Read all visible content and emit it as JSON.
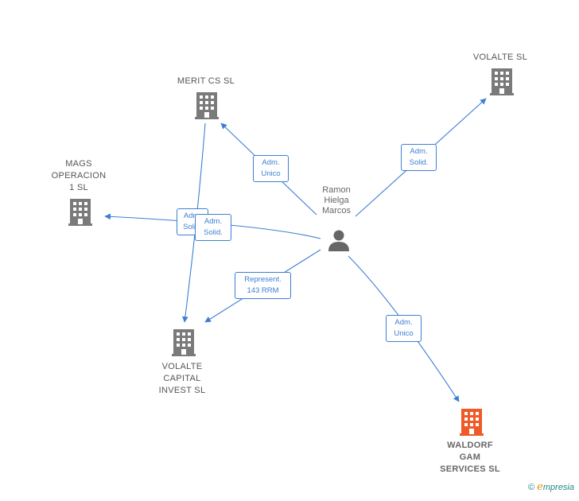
{
  "colors": {
    "edge": "#3d7fd4",
    "building": "#7a7a7a",
    "accent": "#f05a28",
    "person": "#666666"
  },
  "person": {
    "label": "Ramon\nHielga\nMarcos",
    "icon": "person-icon"
  },
  "companies": [
    {
      "id": "merit",
      "label": "MERIT CS  SL",
      "icon": "building-icon"
    },
    {
      "id": "volalte",
      "label": "VOLALTE  SL",
      "icon": "building-icon"
    },
    {
      "id": "mags",
      "label": "MAGS\nOPERACION\n1  SL",
      "icon": "building-icon"
    },
    {
      "id": "volalte_capital",
      "label": "VOLALTE\nCAPITAL\nINVEST  SL",
      "icon": "building-icon"
    },
    {
      "id": "waldorf",
      "label": "WALDORF\nGAM\nSERVICES  SL",
      "icon": "building-icon",
      "highlight": true
    }
  ],
  "relations": [
    {
      "id": "r1",
      "label": "Adm.\nUnico"
    },
    {
      "id": "r2",
      "label": "Adm.\nSolid."
    },
    {
      "id": "r3",
      "label": "Adm.\nSolid."
    },
    {
      "id": "r4",
      "label": "Adm.\nSolid."
    },
    {
      "id": "r5",
      "label": "Represent.\n143 RRM"
    },
    {
      "id": "r6",
      "label": "Adm.\nUnico"
    }
  ],
  "footer": {
    "copyright": "©",
    "brand_initial": "e",
    "brand_rest": "mpresia"
  }
}
